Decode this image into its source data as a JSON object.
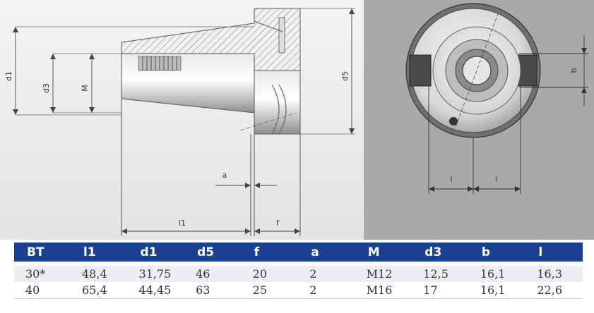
{
  "drawing": {
    "labels": {
      "d1": "d1",
      "d3": "d3",
      "M": "M",
      "d5": "d5",
      "a": "a",
      "l1": "l1",
      "f": "f",
      "b": "b",
      "l_left": "l",
      "l_right": "l"
    }
  },
  "table": {
    "headers": [
      "BT",
      "l1",
      "d1",
      "d5",
      "f",
      "a",
      "M",
      "d3",
      "b",
      "l"
    ],
    "rows": [
      [
        "30*",
        "48,4",
        "31,75",
        "46",
        "20",
        "2",
        "M12",
        "12,5",
        "16,1",
        "16,3"
      ],
      [
        "40",
        "65,4",
        "44,45",
        "63",
        "25",
        "2",
        "M16",
        "17",
        "16,1",
        "22,6"
      ]
    ]
  }
}
